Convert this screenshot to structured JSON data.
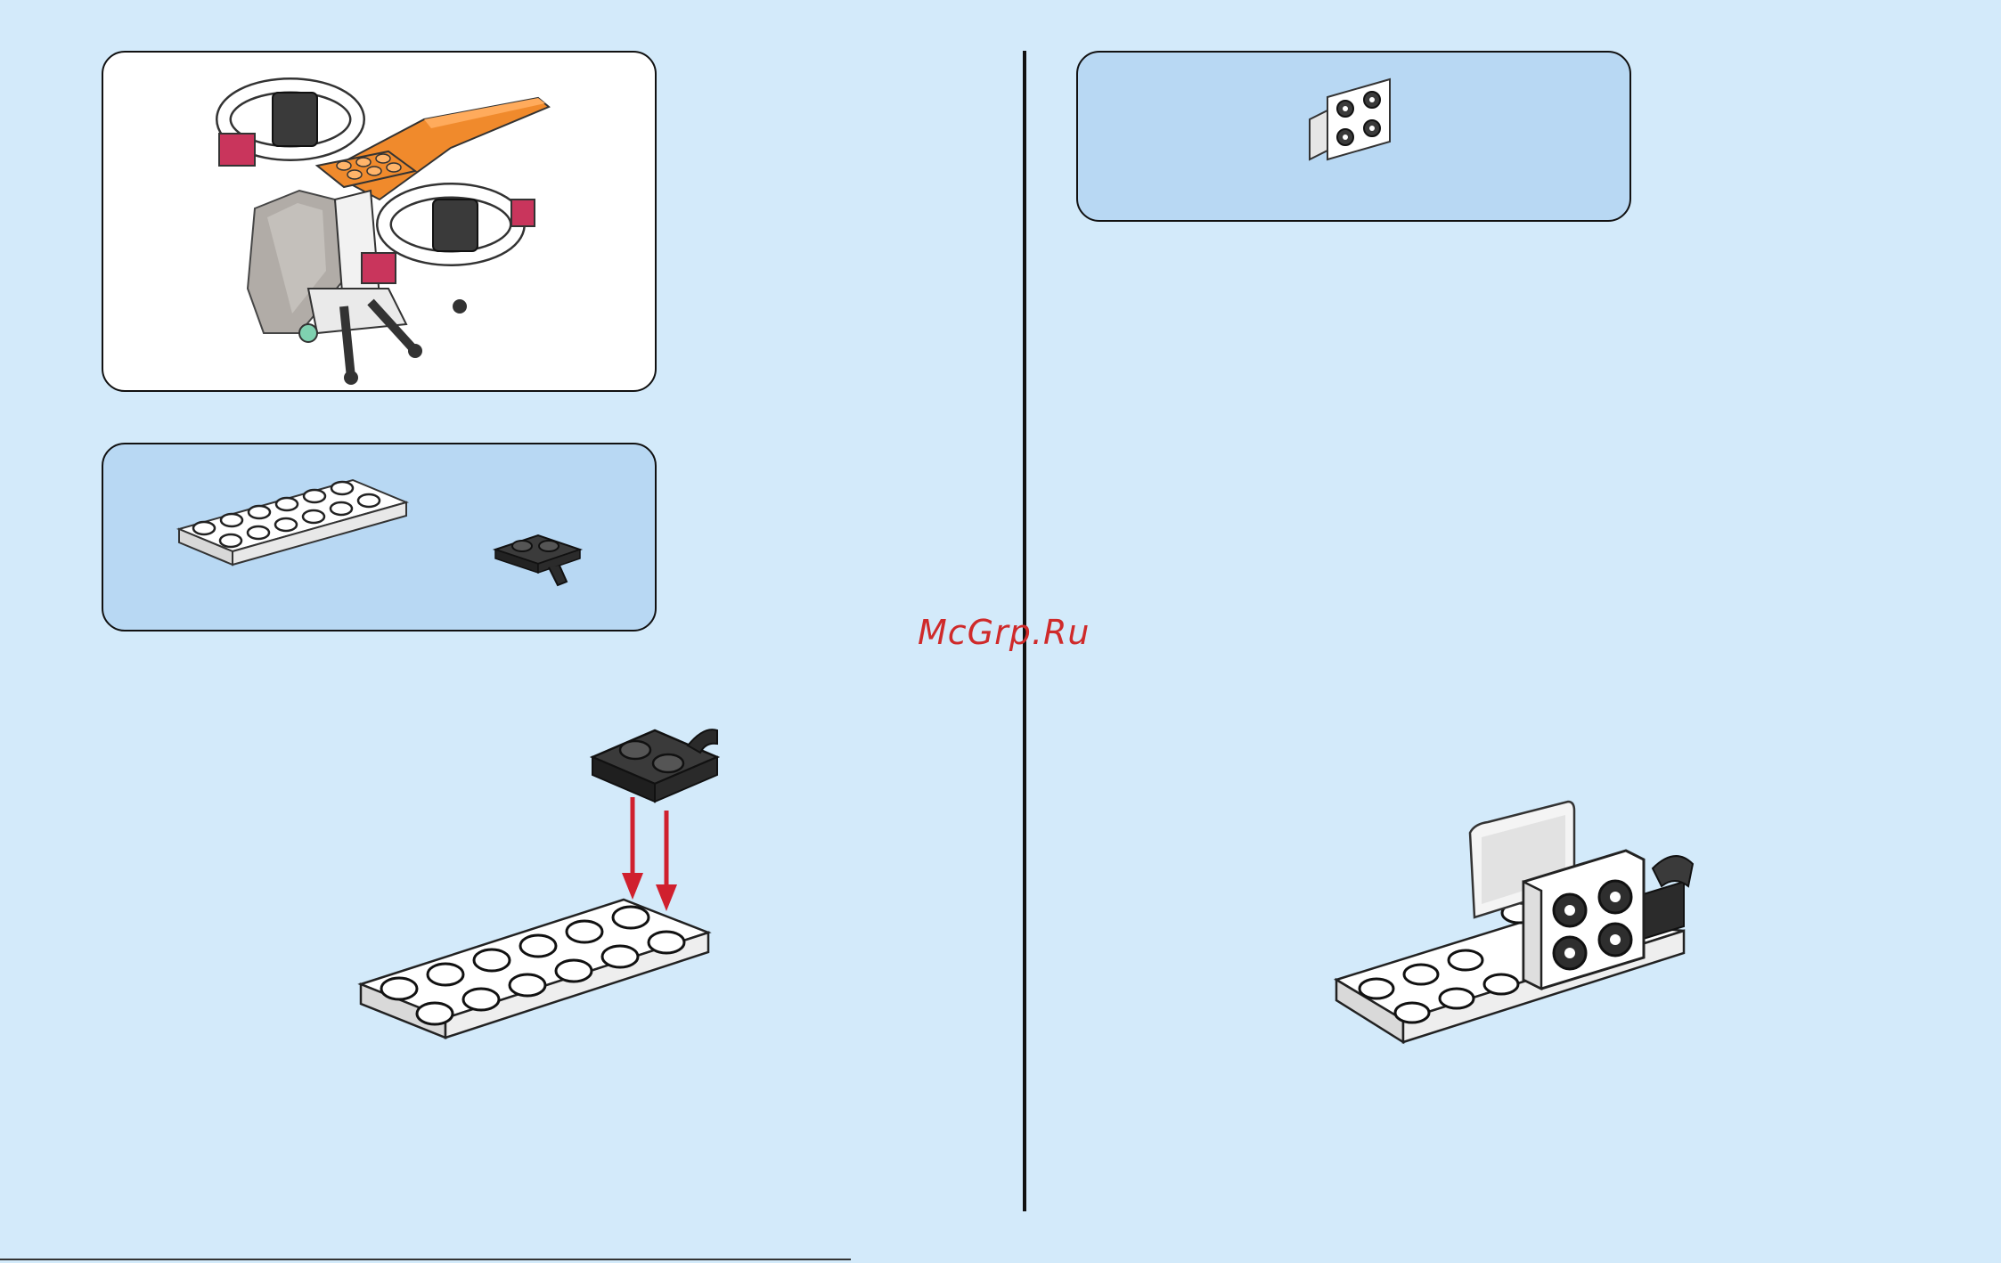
{
  "watermark": {
    "text": "McGrp.Ru"
  },
  "panels": {
    "model_preview": {
      "icon": "helicopter-model-illustration"
    },
    "parts_left": {
      "items": [
        "white-plate-2x6-icon",
        "black-plate-with-clip-icon"
      ]
    },
    "parts_right": {
      "items": [
        "white-bracket-2x2-icon"
      ]
    }
  },
  "steps": [
    {
      "icon": "assembly-step-clip-onto-plate",
      "arrow_color": "#d0202e"
    },
    {
      "icon": "assembly-step-bracket-result"
    }
  ],
  "colors": {
    "page_background": "#d3eafa",
    "parts_panel": "#b8d8f3",
    "orange": "#f08a2c",
    "red_arrow": "#d0202e",
    "watermark": "#cf2a2a"
  }
}
